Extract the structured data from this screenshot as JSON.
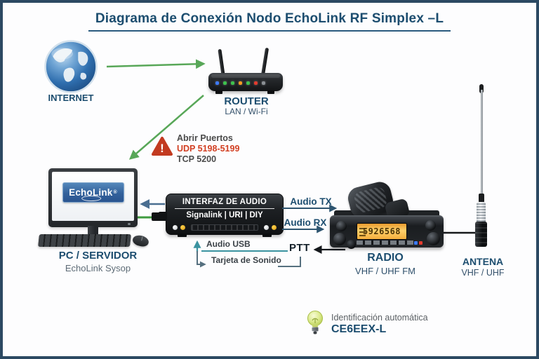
{
  "title": "Diagrama de Conexión Nodo EchoLink RF Simplex –L",
  "internet": {
    "label": "INTERNET"
  },
  "router": {
    "label": "ROUTER",
    "sublabel": "LAN / Wi-Fi",
    "led_colors": [
      "#3d7bff",
      "#3ec24d",
      "#3ec24d",
      "#f59b22",
      "#3ec24d",
      "#e23b2e",
      "#8a8f94"
    ]
  },
  "ports_warning": {
    "title": "Abrir Puertos",
    "udp": "UDP 5198-5199",
    "tcp": "TCP 5200"
  },
  "pc": {
    "screen_logo": "EchoLink",
    "trademark": "®",
    "label": "PC / SERVIDOR",
    "sublabel": "EchoLink Sysop"
  },
  "audio_interface": {
    "title": "INTERFAZ DE AUDIO",
    "subtitle": "Signalink | URI | DIY"
  },
  "connections": {
    "audio_tx": "Audio TX",
    "audio_rx": "Audio RX",
    "audio_usb": "Audio USB",
    "sound_card": "Tarjeta de Sonido",
    "ptt": "PTT"
  },
  "radio": {
    "label": "RADIO",
    "sublabel": "VHF / UHF FM",
    "display": "5926568"
  },
  "antenna": {
    "label": "ANTENA",
    "sublabel": "VHF / UHF"
  },
  "identification": {
    "label": "Identificación automática",
    "callsign": "CE6EEX-L"
  },
  "colors": {
    "label_navy": "#1c4d6f",
    "arrow_green": "#58a758",
    "line_teal": "#3b93a0",
    "line_gray": "#56707f",
    "line_navy": "#2e5570",
    "warning_red": "#c23a20",
    "udp_red": "#d23f22",
    "display_amber": "#f5b243",
    "logo_blue": "#33619b",
    "frame_border": "#2c4962"
  }
}
